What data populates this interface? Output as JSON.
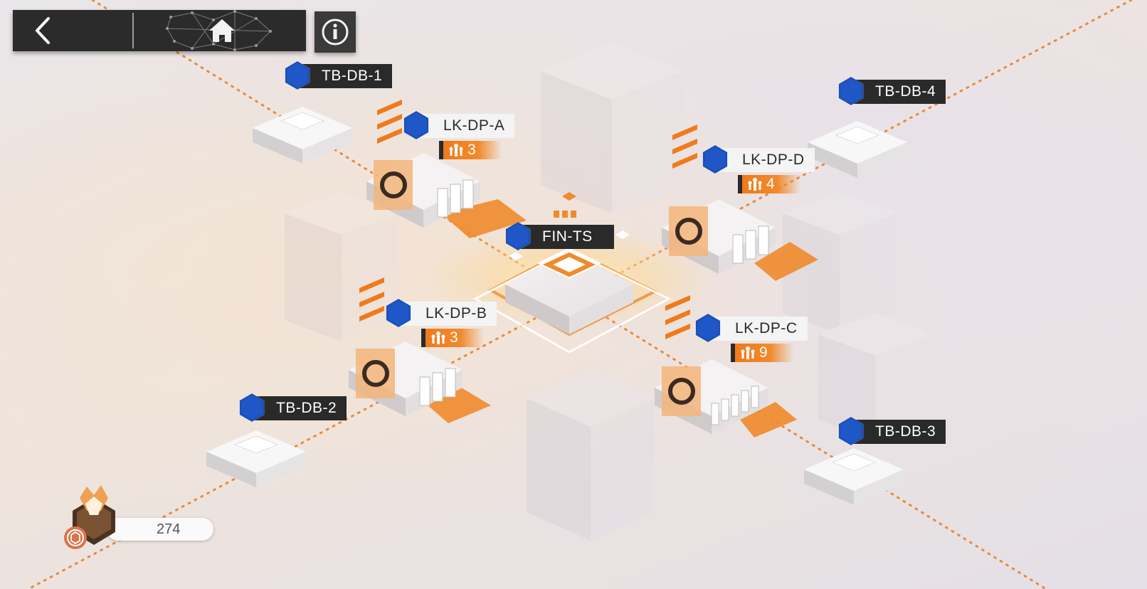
{
  "nodes": [
    {
      "id": "tb-db-1",
      "label": "TB-DB-1",
      "type": "small"
    },
    {
      "id": "lk-dp-a",
      "label": "LK-DP-A",
      "type": "enemy",
      "count": "3"
    },
    {
      "id": "tb-db-4",
      "label": "TB-DB-4",
      "type": "small"
    },
    {
      "id": "lk-dp-d",
      "label": "LK-DP-D",
      "type": "enemy",
      "count": "4"
    },
    {
      "id": "fin-ts",
      "label": "FIN-TS",
      "type": "core"
    },
    {
      "id": "lk-dp-b",
      "label": "LK-DP-B",
      "type": "enemy",
      "count": "3"
    },
    {
      "id": "lk-dp-c",
      "label": "LK-DP-C",
      "type": "enemy",
      "count": "9"
    },
    {
      "id": "tb-db-2",
      "label": "TB-DB-2",
      "type": "small"
    },
    {
      "id": "tb-db-3",
      "label": "TB-DB-3",
      "type": "small"
    }
  ],
  "currency": {
    "value": "274"
  },
  "colors": {
    "accent": "#f07a1c",
    "team": "#2057c6",
    "label_bg": "#2a2a2a"
  },
  "icons": {
    "back": "chevron-left-icon",
    "home": "home-icon",
    "info": "info-icon"
  }
}
